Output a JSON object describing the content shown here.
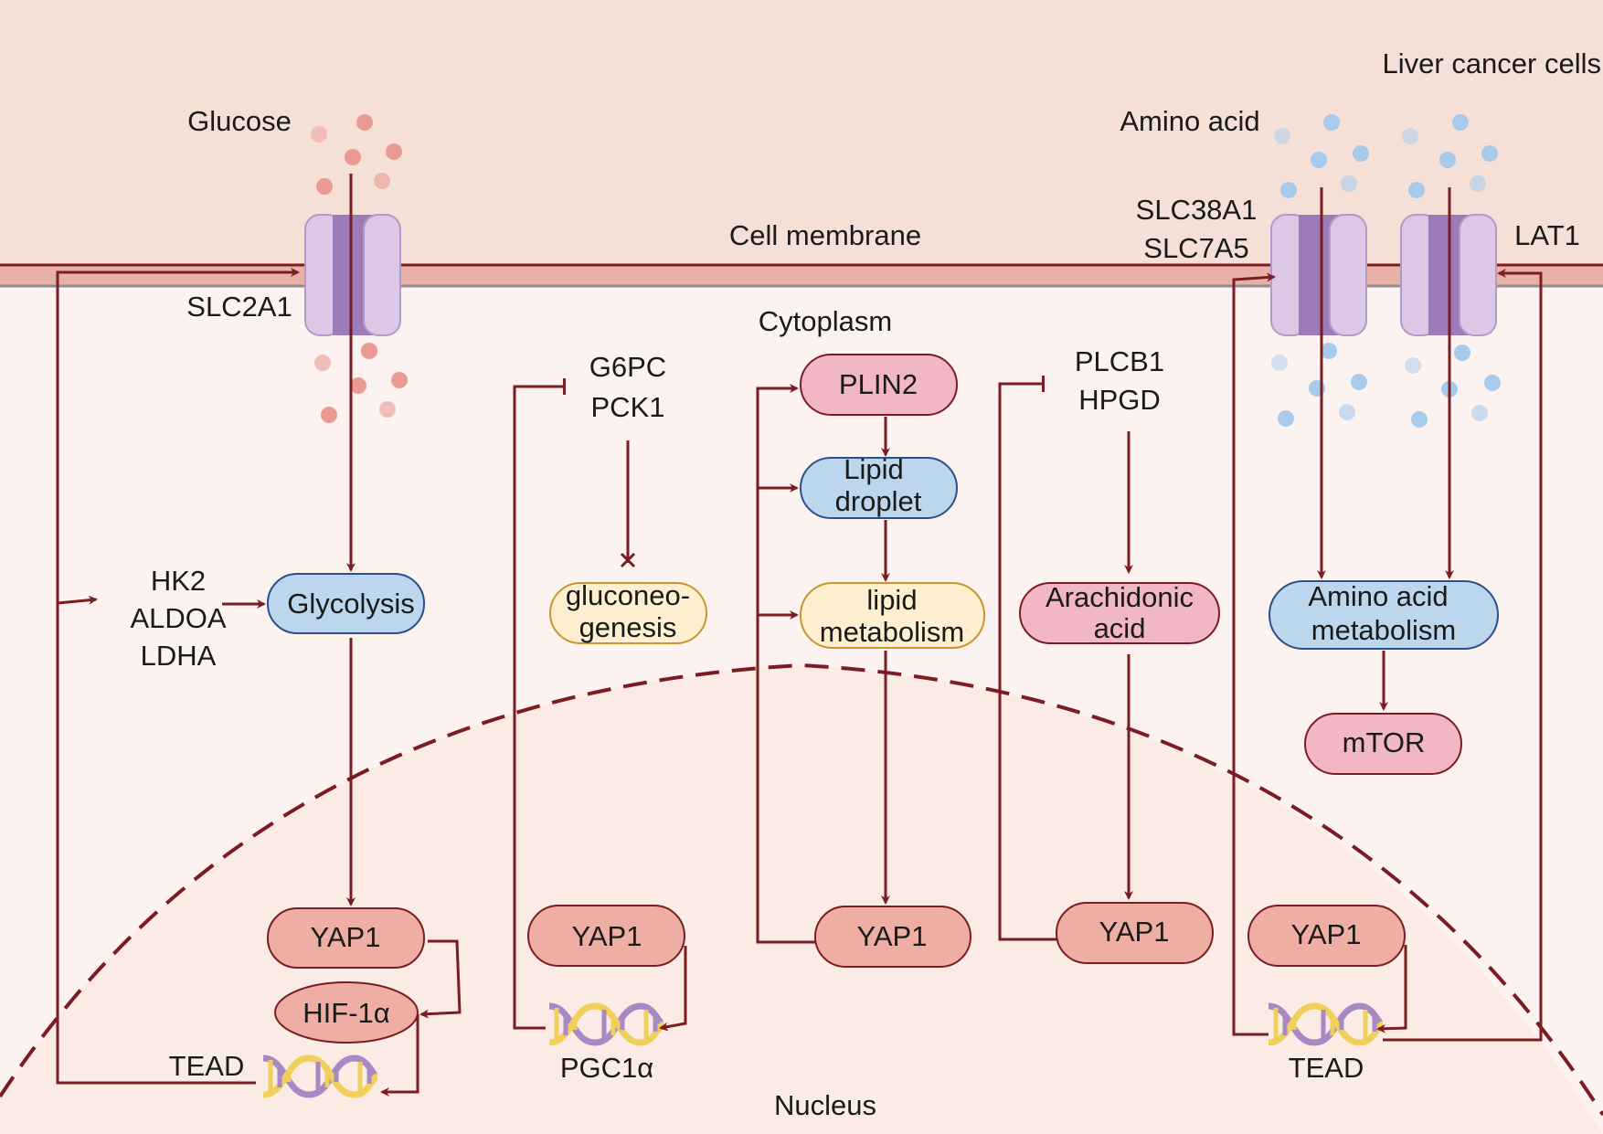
{
  "compartments": {
    "title": "Liver cancer cells",
    "membrane": "Cell membrane",
    "cytoplasm": "Cytoplasm",
    "nucleus": "Nucleus"
  },
  "glucose": {
    "metabolite": "Glucose",
    "transporter": "SLC2A1",
    "enzymes": [
      "HK2",
      "ALDOA",
      "LDHA"
    ],
    "process": "Glycolysis",
    "yap": "YAP1",
    "hif": "HIF-1α",
    "tf": "TEAD"
  },
  "gluconeogenesis": {
    "genes": [
      "G6PC",
      "PCK1"
    ],
    "process": [
      "gluconeo-",
      "genesis"
    ],
    "yap": "YAP1",
    "tf": "PGC1α"
  },
  "lipid": {
    "plin": "PLIN2",
    "droplet": [
      "Lipid",
      "droplet"
    ],
    "metabolism": [
      "lipid",
      "metabolism"
    ],
    "yap": "YAP1"
  },
  "arachidonic": {
    "genes": [
      "PLCB1",
      "HPGD"
    ],
    "product": [
      "Arachidonic",
      "acid"
    ],
    "yap": "YAP1"
  },
  "amino": {
    "metabolite": "Amino acid",
    "transporters_left": [
      "SLC38A1",
      "SLC7A5"
    ],
    "transporter_right": "LAT1",
    "process": [
      "Amino acid",
      "metabolism"
    ],
    "target": "mTOR",
    "yap": "YAP1",
    "tf": "TEAD"
  },
  "colors": {
    "line": "#7a1c22",
    "membrane": "#e8b1a6",
    "outer_bg": "#f5e0d8",
    "cytoplasm_bg": "#fcf3f0",
    "nucleus_bg": "#fbebe5",
    "channel": "#dcc7e6",
    "channel_dark": "#9c7bb8",
    "yap_fill": "#efaea3",
    "blue_fill": "#bcd6ee",
    "pink_fill": "#f2b7c5",
    "cream_fill": "#fdefd0",
    "glucose_dot": "#e99a92",
    "amino_dot": "#a8cbec"
  }
}
